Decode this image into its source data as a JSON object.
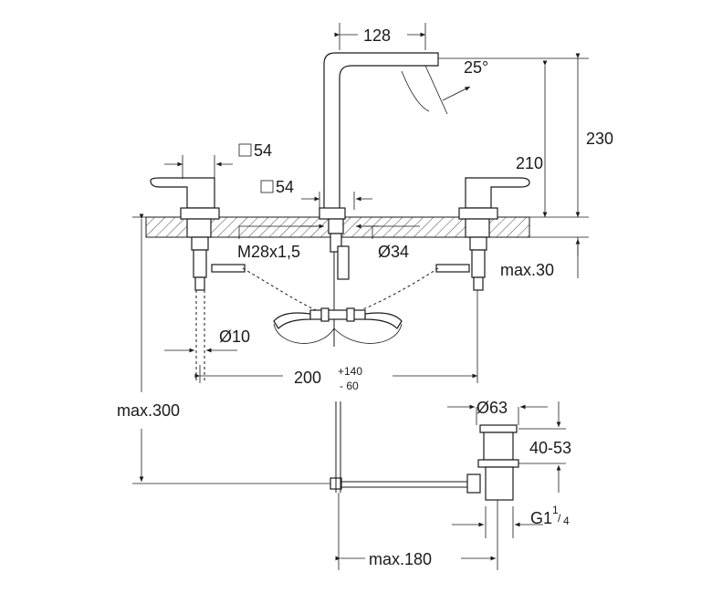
{
  "dimensions": {
    "spout_reach": "128",
    "spout_angle": "25°",
    "height_total": "230",
    "height_spout": "210",
    "handle_square": "54",
    "center_square": "54",
    "thread": "M28x1,5",
    "hole_diameter": "Ø34",
    "deck_max": "max.30",
    "tube_diameter": "Ø10",
    "centers": "200",
    "centers_plus": "+140",
    "centers_minus": "- 60",
    "drain_height_max": "max.300",
    "drain_diameter": "Ø63",
    "drain_length": "40-53",
    "drain_thread": "G1",
    "drain_thread_num": "1",
    "drain_thread_den": "4",
    "rod_length_max": "max.180"
  }
}
